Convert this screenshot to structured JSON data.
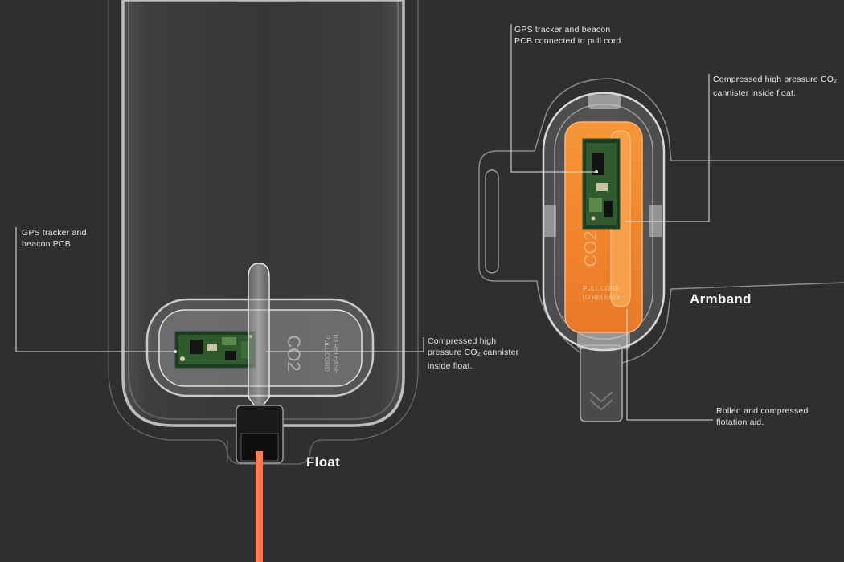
{
  "float": {
    "title": "Float",
    "gps_label": {
      "line1": "GPS tracker and",
      "line2": "beacon PCB"
    },
    "co2_label": {
      "line1": "Compressed high",
      "line2_pre": "pressure CO",
      "line2_sub": "2",
      "line2_post": " cannister",
      "line3": "inside float."
    },
    "pull_text": {
      "line1": "PULL CORD",
      "line2": "TO RELEASE"
    },
    "co2_text": "CO2",
    "cord_color": "#ff7b52"
  },
  "armband": {
    "title": "Armband",
    "gps_label": {
      "line1": "GPS tracker and beacon",
      "line2": "PCB connected to pull cord."
    },
    "co2_label": {
      "line1_pre": "Compressed high pressure CO",
      "line1_sub": "2",
      "line2": "cannister inside float."
    },
    "aid_label": {
      "line1": "Rolled and compressed",
      "line2": "flotation aid."
    },
    "pull_text": {
      "line1": "PULL CORD",
      "line2": "TO RELEASE"
    },
    "co2_text": "CO2",
    "accent_color": "#f28a2e"
  }
}
